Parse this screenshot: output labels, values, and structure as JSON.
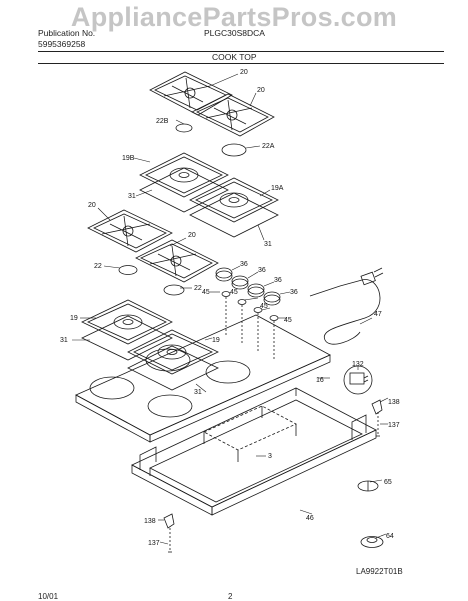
{
  "watermark": "AppliancePartsPros.com",
  "header": {
    "publication_label": "Publication No.",
    "publication_number": "5995369258",
    "model_code": "PLGC30S8DCA",
    "section_title": "COOK TOP"
  },
  "footer": {
    "date": "10/01",
    "page": "2",
    "diagram_id": "LA9922T01B"
  },
  "callouts": {
    "c20a": "20",
    "c20b": "20",
    "c22b": "22B",
    "c22a": "22A",
    "c19b": "19B",
    "c19a": "19A",
    "c31a": "31",
    "c31b": "31",
    "c20c": "20",
    "c20d": "20",
    "c22": "22",
    "c22c": "22",
    "c36a": "36",
    "c36b": "36",
    "c36c": "36",
    "c36d": "36",
    "c45a": "45",
    "c45b": "45",
    "c45c": "45",
    "c45d": "45",
    "c47": "47",
    "c19": "19",
    "c31c": "31",
    "c19c": "19",
    "c31d": "31",
    "c132": "132",
    "c16": "16",
    "c138a": "138",
    "c137a": "137",
    "c3": "3",
    "c65": "65",
    "c46": "46",
    "c64": "64",
    "c138b": "138",
    "c137b": "137"
  }
}
